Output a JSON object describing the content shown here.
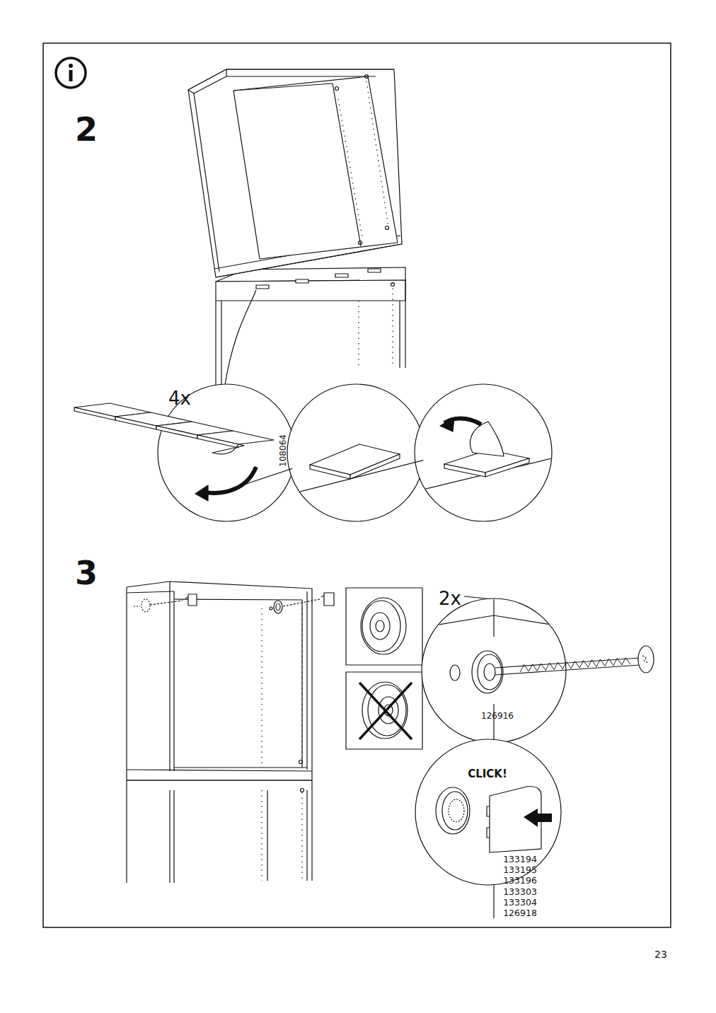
{
  "diagram": {
    "labels": [
      "2",
      "4x",
      "108064",
      "3",
      "2x",
      "126916",
      "CLICK!",
      "133194",
      "133195",
      "133196",
      "133303",
      "133304",
      "126918",
      "23"
    ]
  }
}
